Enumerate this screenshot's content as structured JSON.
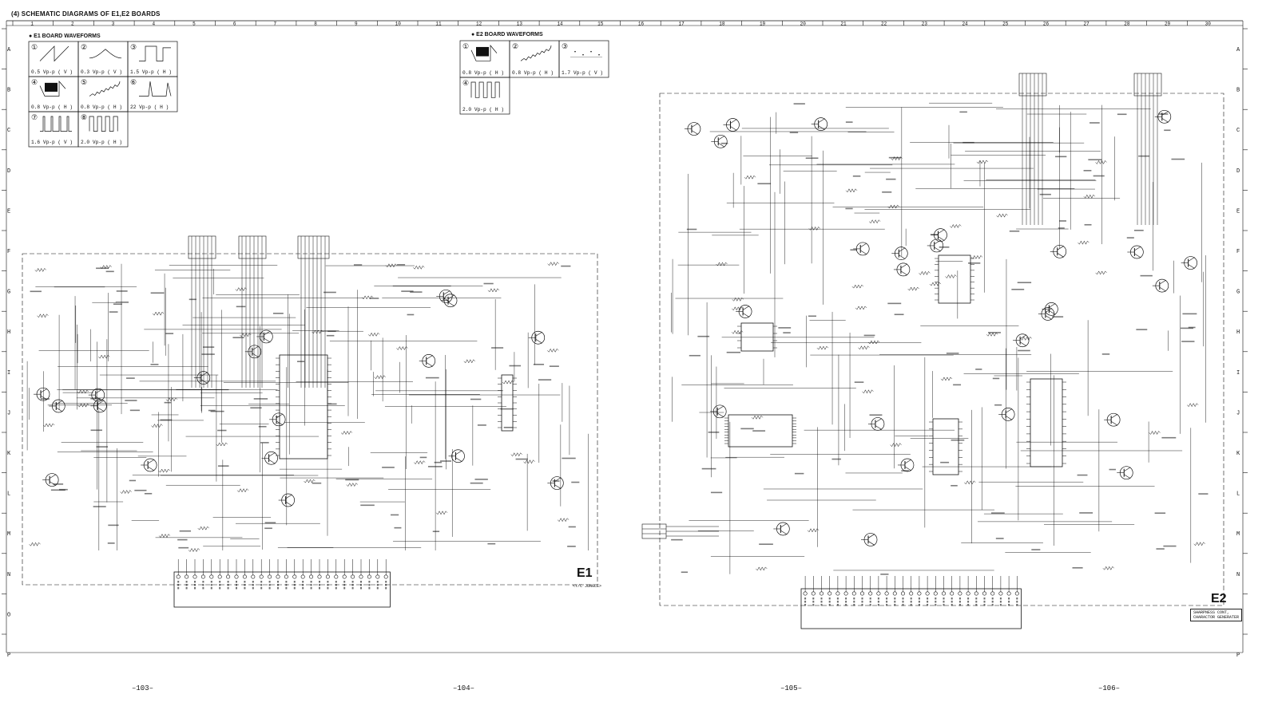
{
  "title": "(4)  SCHEMATIC DIAGRAMS OF E1,E2 BOARDS",
  "column_labels": [
    "1",
    "2",
    "3",
    "4",
    "5",
    "6",
    "7",
    "8",
    "9",
    "10",
    "11",
    "12",
    "13",
    "14",
    "15",
    "16",
    "17",
    "18",
    "19",
    "20",
    "21",
    "22",
    "23",
    "24",
    "25",
    "26",
    "27",
    "28",
    "29",
    "30"
  ],
  "row_labels": [
    "A",
    "B",
    "C",
    "D",
    "E",
    "F",
    "G",
    "H",
    "I",
    "J",
    "K",
    "L",
    "M",
    "N",
    "O",
    "P"
  ],
  "e1_waveforms": {
    "heading": "● E1 BOARD WAVEFORMS",
    "items": [
      {
        "num": "①",
        "label": "0.5 Vp-p ( V )",
        "shape": "saw"
      },
      {
        "num": "②",
        "label": "0.3 Vp-p ( V )",
        "shape": "parabola"
      },
      {
        "num": "③",
        "label": "1.5 Vp-p ( H )",
        "shape": "pulse"
      },
      {
        "num": "④",
        "label": "0.8 Vp-p ( H )",
        "shape": "video"
      },
      {
        "num": "⑤",
        "label": "0.8 Vp-p ( H )",
        "shape": "ramp-noise"
      },
      {
        "num": "⑥",
        "label": "22  Vp-p ( H )",
        "shape": "spike"
      },
      {
        "num": "⑦",
        "label": "1.6 Vp-p ( V )",
        "shape": "narrow-pulse"
      },
      {
        "num": "⑧",
        "label": "2.0 Vp-p ( H )",
        "shape": "square"
      }
    ]
  },
  "e2_waveforms": {
    "heading": "● E2 BOARD WAVEFORMS",
    "items": [
      {
        "num": "①",
        "label": "0.8 Vp-p ( H )",
        "shape": "video"
      },
      {
        "num": "②",
        "label": "0.8 Vp-p ( H )",
        "shape": "ramp-noise"
      },
      {
        "num": "③",
        "label": "1.7 Vp-p ( V )",
        "shape": "dots"
      },
      {
        "num": "④",
        "label": "2.0 Vp-p ( H )",
        "shape": "square"
      }
    ]
  },
  "boards": {
    "e1": {
      "name": "E1",
      "subtitle": "<Y/C JUNGLE>"
    },
    "e2": {
      "name": "E2",
      "subtitle_line1": "SHARPNESS CONT,",
      "subtitle_line2": "CHARACTOR GENERATER"
    }
  },
  "page_numbers": [
    "–103–",
    "–104–",
    "–105–",
    "–106–"
  ],
  "colors": {
    "ink": "#111111",
    "paper": "#ffffff",
    "frame": "#333333"
  }
}
